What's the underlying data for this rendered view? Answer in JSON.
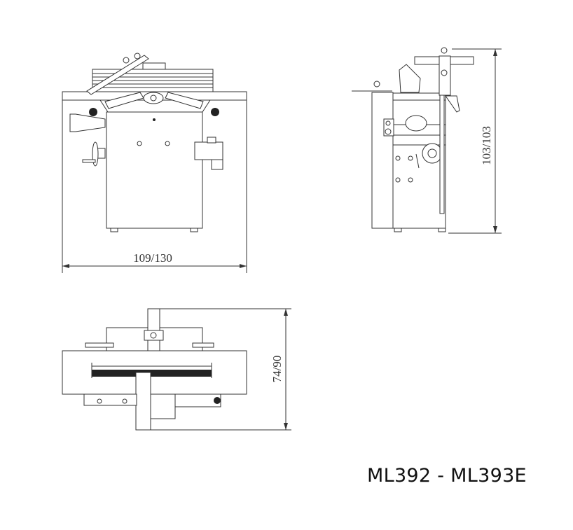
{
  "dimensions": {
    "width": "109/130",
    "height": "103/103",
    "depth": "74/90"
  },
  "title": "ML392 - ML393E",
  "colors": {
    "line": "#333333",
    "background": "#ffffff"
  }
}
